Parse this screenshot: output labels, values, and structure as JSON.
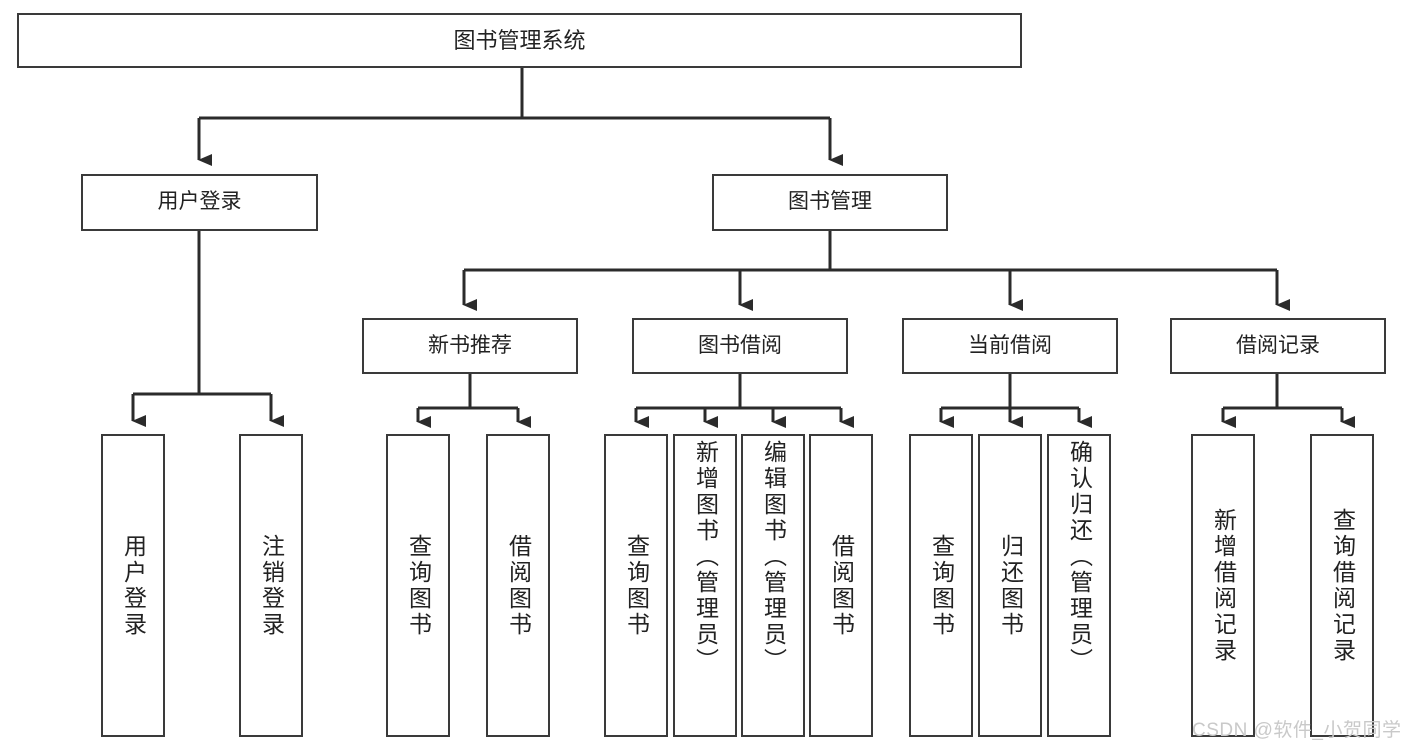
{
  "diagram": {
    "title": "图书管理系统",
    "type": "tree",
    "watermark": "CSDN @软件_小贺同学",
    "colors": {
      "box_border": "#3a3a3a",
      "box_fill": "#ffffff",
      "connector": "#2b2b2b",
      "text": "#222222",
      "watermark": "#c9c9c9"
    },
    "nodes": {
      "root": {
        "label": "图书管理系统"
      },
      "level2": [
        {
          "id": "user-login",
          "label": "用户登录"
        },
        {
          "id": "book-manage",
          "label": "图书管理"
        }
      ],
      "level3": [
        {
          "id": "new-book-recommend",
          "label": "新书推荐"
        },
        {
          "id": "book-borrow",
          "label": "图书借阅"
        },
        {
          "id": "current-borrow",
          "label": "当前借阅"
        },
        {
          "id": "borrow-record",
          "label": "借阅记录"
        }
      ],
      "leaves": {
        "user-login": [
          {
            "id": "leaf-user-login",
            "label": "用户登录",
            "align": "center"
          },
          {
            "id": "leaf-user-logout",
            "label": "注销登录",
            "align": "center"
          }
        ],
        "new-book-recommend": [
          {
            "id": "leaf-query-book-1",
            "label": "查询图书",
            "align": "center"
          },
          {
            "id": "leaf-borrow-book-1",
            "label": "借阅图书",
            "align": "center"
          }
        ],
        "book-borrow": [
          {
            "id": "leaf-query-book-2",
            "label": "查询图书",
            "align": "center"
          },
          {
            "id": "leaf-add-book",
            "label": "新增图书（管理员）",
            "align": "top"
          },
          {
            "id": "leaf-edit-book",
            "label": "编辑图书（管理员）",
            "align": "top"
          },
          {
            "id": "leaf-borrow-book-2",
            "label": "借阅图书",
            "align": "center"
          }
        ],
        "current-borrow": [
          {
            "id": "leaf-query-book-3",
            "label": "查询图书",
            "align": "center"
          },
          {
            "id": "leaf-return-book",
            "label": "归还图书",
            "align": "center"
          },
          {
            "id": "leaf-confirm-return",
            "label": "确认归还（管理员）",
            "align": "top"
          }
        ],
        "borrow-record": [
          {
            "id": "leaf-add-record",
            "label": "新增借阅记录",
            "align": "center"
          },
          {
            "id": "leaf-query-record",
            "label": "查询借阅记录",
            "align": "center"
          }
        ]
      }
    }
  }
}
